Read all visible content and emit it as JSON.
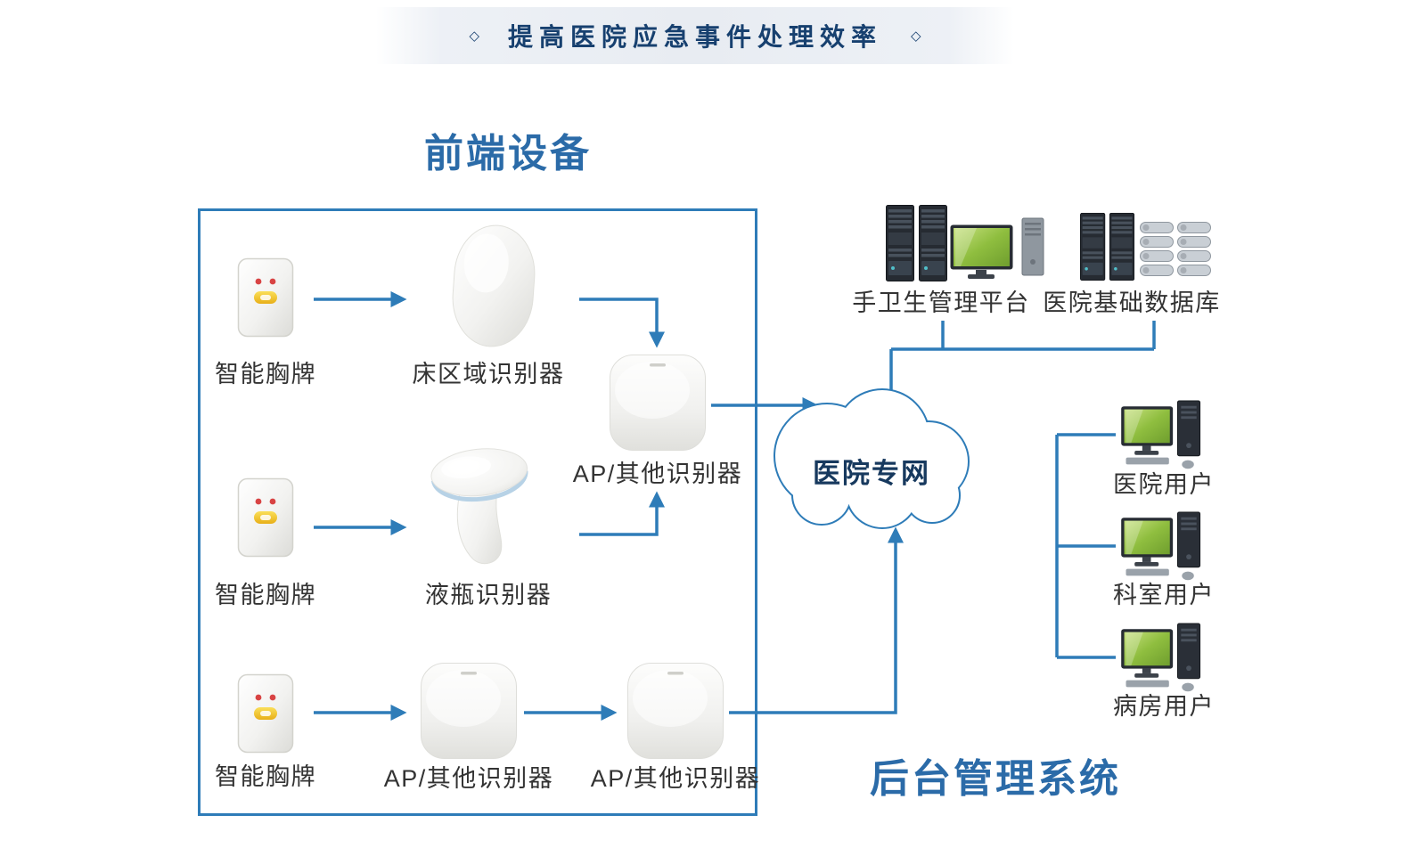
{
  "banner": {
    "decor_left": "◇",
    "text": "提高医院应急事件处理效率",
    "decor_right": "◇"
  },
  "frontend": {
    "title": "前端设备",
    "badges": [
      {
        "label": "智能胸牌"
      },
      {
        "label": "智能胸牌"
      },
      {
        "label": "智能胸牌"
      }
    ],
    "bed_identifier": {
      "label": "床区域识别器"
    },
    "liquid_identifier": {
      "label": "液瓶识别器"
    },
    "ap_middle": {
      "label": "AP/其他识别器"
    },
    "ap_bottom_left": {
      "label": "AP/其他识别器"
    },
    "ap_bottom_right": {
      "label": "AP/其他识别器"
    }
  },
  "network": {
    "cloud_label": "医院专网"
  },
  "backend": {
    "title": "后台管理系统",
    "platform": {
      "label": "手卫生管理平台"
    },
    "database": {
      "label": "医院基础数据库"
    },
    "users": [
      {
        "label": "医院用户"
      },
      {
        "label": "科室用户"
      },
      {
        "label": "病房用户"
      }
    ]
  },
  "icons": {
    "badge": "smart-badge-icon",
    "bed": "bed-area-identifier-icon",
    "dispenser": "liquid-bottle-identifier-icon",
    "ap": "ap-identifier-icon",
    "cloud": "network-cloud-icon",
    "platform": "server-platform-icon",
    "database": "database-server-icon",
    "workstation": "user-computer-icon",
    "diamond": "diamond-icon",
    "arrow": "arrow-connector"
  },
  "colors": {
    "line_blue": "#2e7cb8",
    "title_blue": "#2b6ba8",
    "banner_text": "#17406f",
    "label_dark": "#333333",
    "cloud_text": "#17395e",
    "screen_green": "#8fbe3f"
  }
}
